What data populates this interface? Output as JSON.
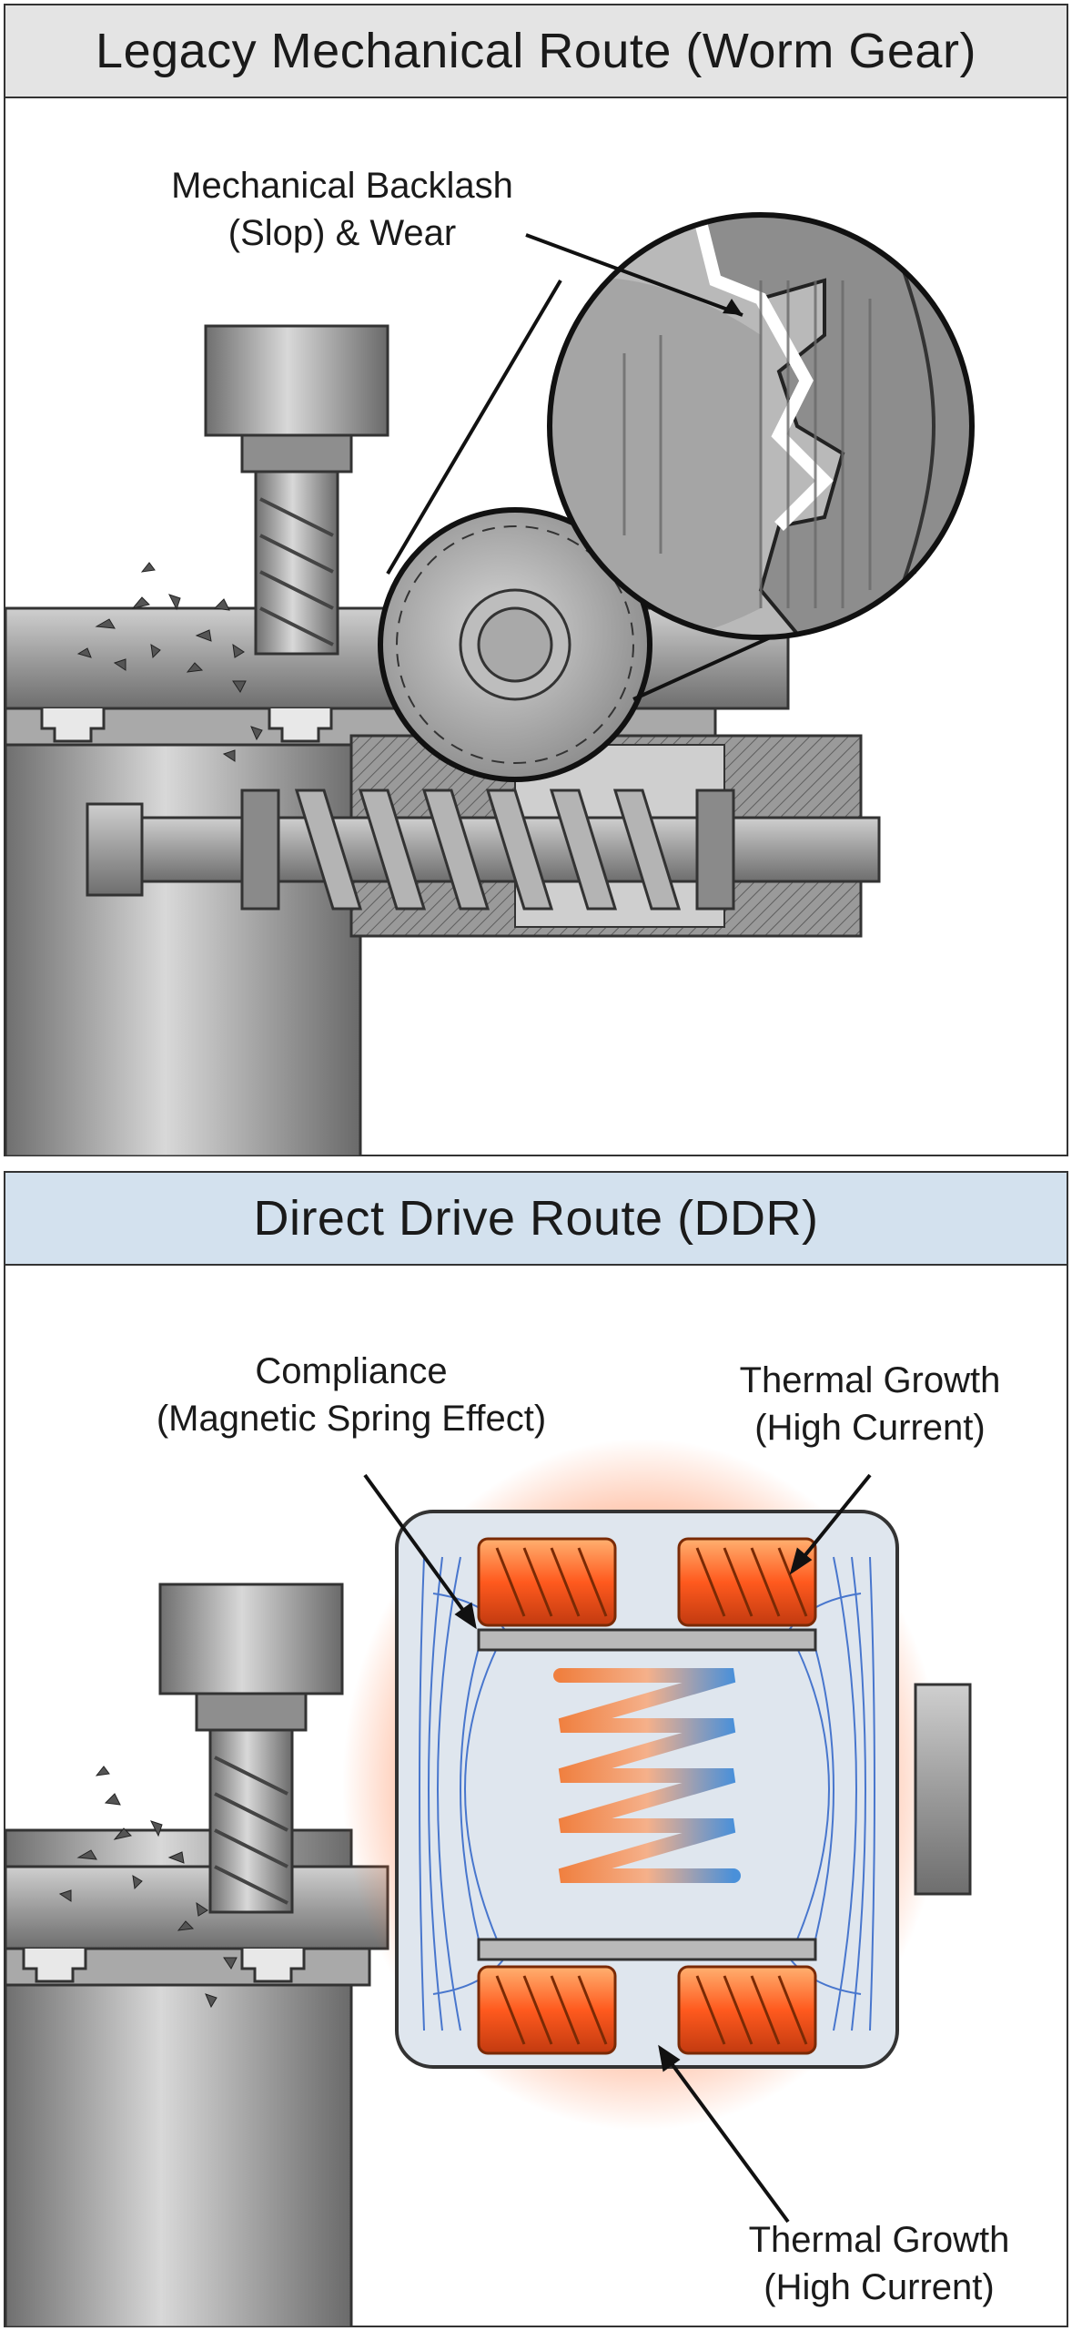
{
  "top_panel": {
    "title": "Legacy Mechanical Route (Worm Gear)",
    "header_color": "#e4e4e4",
    "callout": {
      "line1": "Mechanical Backlash",
      "line2": "(Slop) & Wear"
    }
  },
  "bottom_panel": {
    "title": "Direct Drive Route (DDR)",
    "header_color": "#d3e1ee",
    "callout_compliance": {
      "line1": "Compliance",
      "line2": "(Magnetic Spring Effect)"
    },
    "callout_thermal_top": {
      "line1": "Thermal Growth",
      "line2": "(High Current)"
    },
    "callout_thermal_bottom": {
      "line1": "Thermal Growth",
      "line2": "(High Current)"
    }
  },
  "colors": {
    "steel": "#9a9a9a",
    "steel_dark": "#555555",
    "heat": "#ff5a1e",
    "flux": "#2e63c8",
    "spring_cool": "#4a90d9",
    "spring_hot": "#f08040"
  }
}
